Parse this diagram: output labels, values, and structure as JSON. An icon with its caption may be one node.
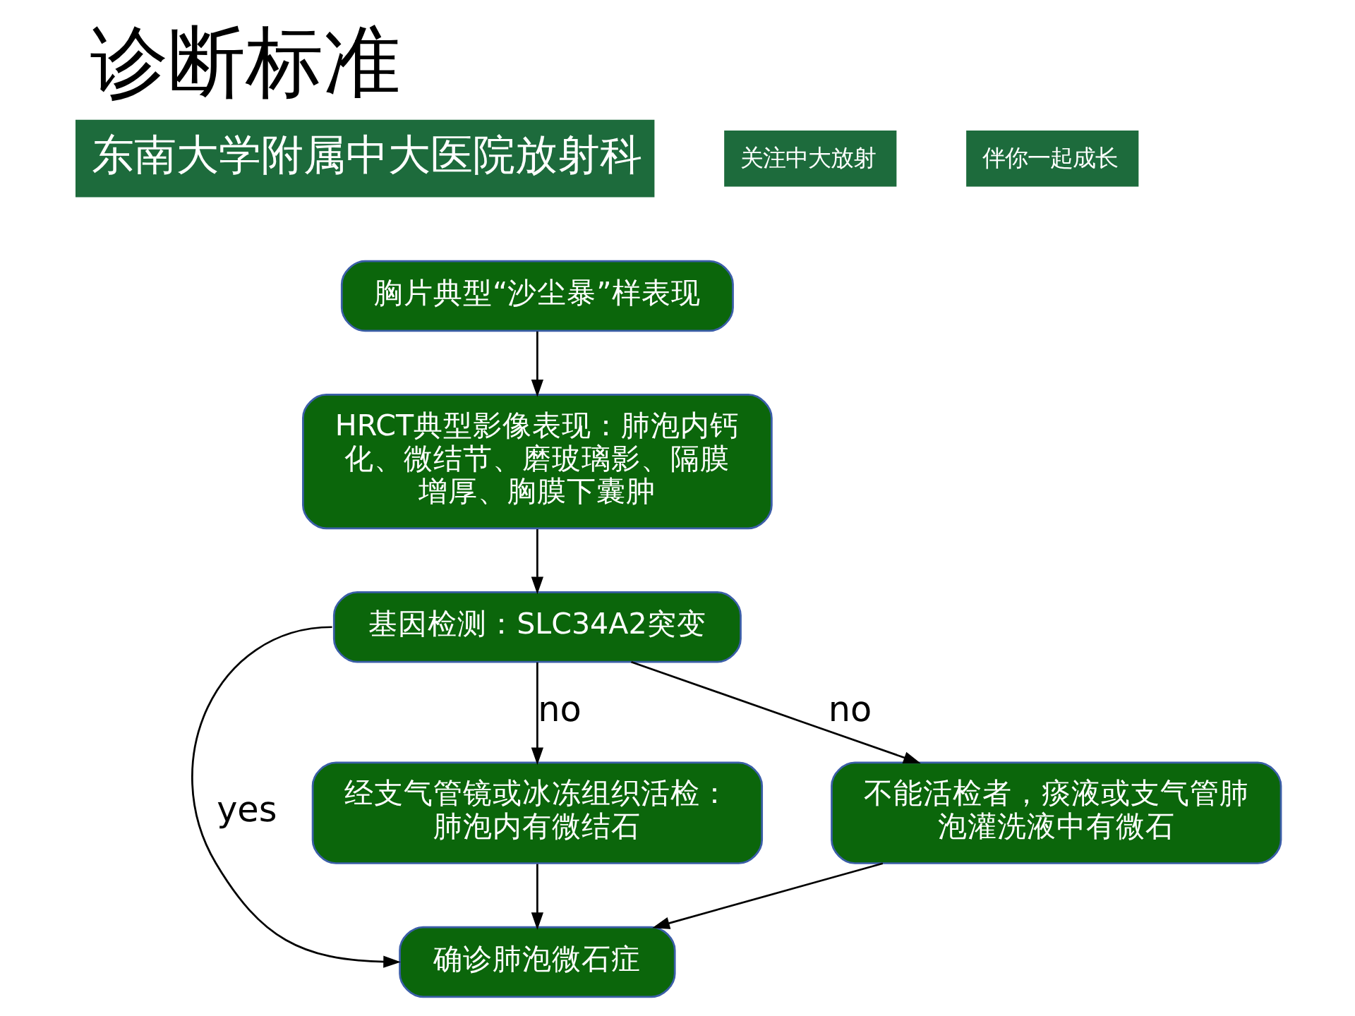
{
  "diagram": {
    "title": "诊断标准",
    "nodes": [
      {
        "text": [
          "胸片典型“沙尘暴”样表现"
        ]
      },
      {
        "text": [
          "HRCT典型影像表现：肺泡内钙化、微结节、磨玻璃影、隔膜增厚、胸膜下囊肿"
        ]
      },
      {
        "text": [
          "基因检测：SLC34A2突变"
        ]
      },
      {
        "text": [
          "经支气管镜或冰冻组织活检：肺泡内有微结石"
        ]
      },
      {
        "text": [
          "不能活检者，痰液或支气管肺泡灌洗液中有微石"
        ]
      },
      {
        "text": [
          "确诊肺泡微石症"
        ]
      }
    ],
    "edges": [
      {
        "from": 0,
        "to": 1,
        "arrow": "to"
      },
      {
        "from": 1,
        "to": 2,
        "arrow": "to"
      },
      {
        "from": 2,
        "to": 3,
        "label": "no",
        "arrow": "to"
      },
      {
        "from": 2,
        "to": 4,
        "label": "no",
        "arrow": "to"
      },
      {
        "from": 2,
        "to": 5,
        "label": "yes",
        "arrow": "to"
      },
      {
        "from": 3,
        "to": 5,
        "arrow": "to"
      },
      {
        "from": 4,
        "to": 5,
        "arrow": "to"
      }
    ],
    "labels": [
      "东南大学附属中大医院放射科",
      "关注中大放射",
      "伴你一起成长"
    ]
  }
}
